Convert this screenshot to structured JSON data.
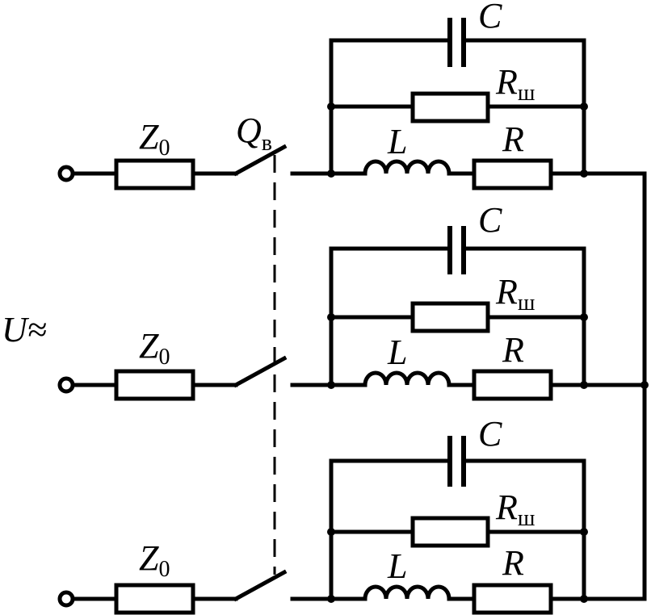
{
  "source": {
    "label": "U≈"
  },
  "switch": {
    "label": "Q",
    "sub": "в"
  },
  "phases": [
    {
      "z": "Z",
      "z_sub": "0",
      "c": "C",
      "rsh": "R",
      "rsh_sub": "ш",
      "l": "L",
      "r": "R"
    },
    {
      "z": "Z",
      "z_sub": "0",
      "c": "C",
      "rsh": "R",
      "rsh_sub": "ш",
      "l": "L",
      "r": "R"
    },
    {
      "z": "Z",
      "z_sub": "0",
      "c": "C",
      "rsh": "R",
      "rsh_sub": "ш",
      "l": "L",
      "r": "R"
    }
  ]
}
